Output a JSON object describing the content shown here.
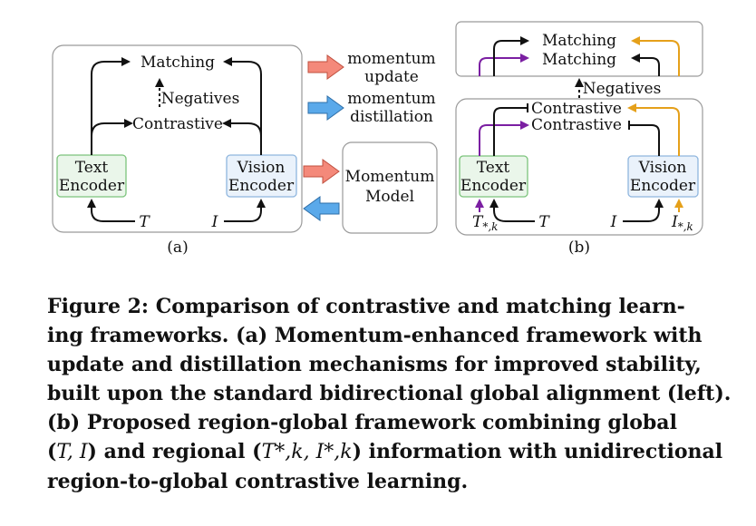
{
  "figure": {
    "panel_a": {
      "matching": "Matching",
      "negatives": "Negatives",
      "contrastive": "Contrastive",
      "text_encoder": [
        "Text",
        "Encoder"
      ],
      "vision_encoder": [
        "Vision",
        "Encoder"
      ],
      "text_input": "T",
      "image_input": "I",
      "label": "(a)"
    },
    "legend": {
      "momentum_update": [
        "momentum",
        "update"
      ],
      "momentum_distillation": [
        "momentum",
        "distillation"
      ],
      "momentum_model": [
        "Momentum",
        "Model"
      ],
      "update_color": "#f4897a",
      "distill_color": "#5aa9ea"
    },
    "panel_b": {
      "matching_1": "Matching",
      "matching_2": "Matching",
      "negatives": "Negatives",
      "contrastive_1": "Contrastive",
      "contrastive_2": "Contrastive",
      "text_encoder": [
        "Text",
        "Encoder"
      ],
      "vision_encoder": [
        "Vision",
        "Encoder"
      ],
      "text_global": "T",
      "text_regional": "T",
      "text_regional_sub": "*,k",
      "image_global": "I",
      "image_regional": "I",
      "image_regional_sub": "*,k",
      "label": "(b)",
      "regional_text_color": "#7b1fa2",
      "regional_image_color": "#e5a01a"
    },
    "text_encoder_fill": "#eaf6ea",
    "text_encoder_stroke": "#7cc47c",
    "vision_encoder_fill": "#eaf2fb",
    "vision_encoder_stroke": "#8fb6de"
  },
  "caption": {
    "line1": "Figure 2: Comparison of contrastive and matching learn-",
    "line2": "ing frameworks. (a) Momentum-enhanced framework with",
    "line3": "update and distillation mechanisms for improved stability,",
    "line4": "built upon the standard bidirectional global alignment (left).",
    "line5": "(b) Proposed region-global framework combining global",
    "line6_pre": "(",
    "line6_math1": "T, I",
    "line6_mid": ") and regional (",
    "line6_math2": "T*,k, I*,k",
    "line6_post": ") information with unidirectional",
    "line7": "region-to-global contrastive learning."
  }
}
